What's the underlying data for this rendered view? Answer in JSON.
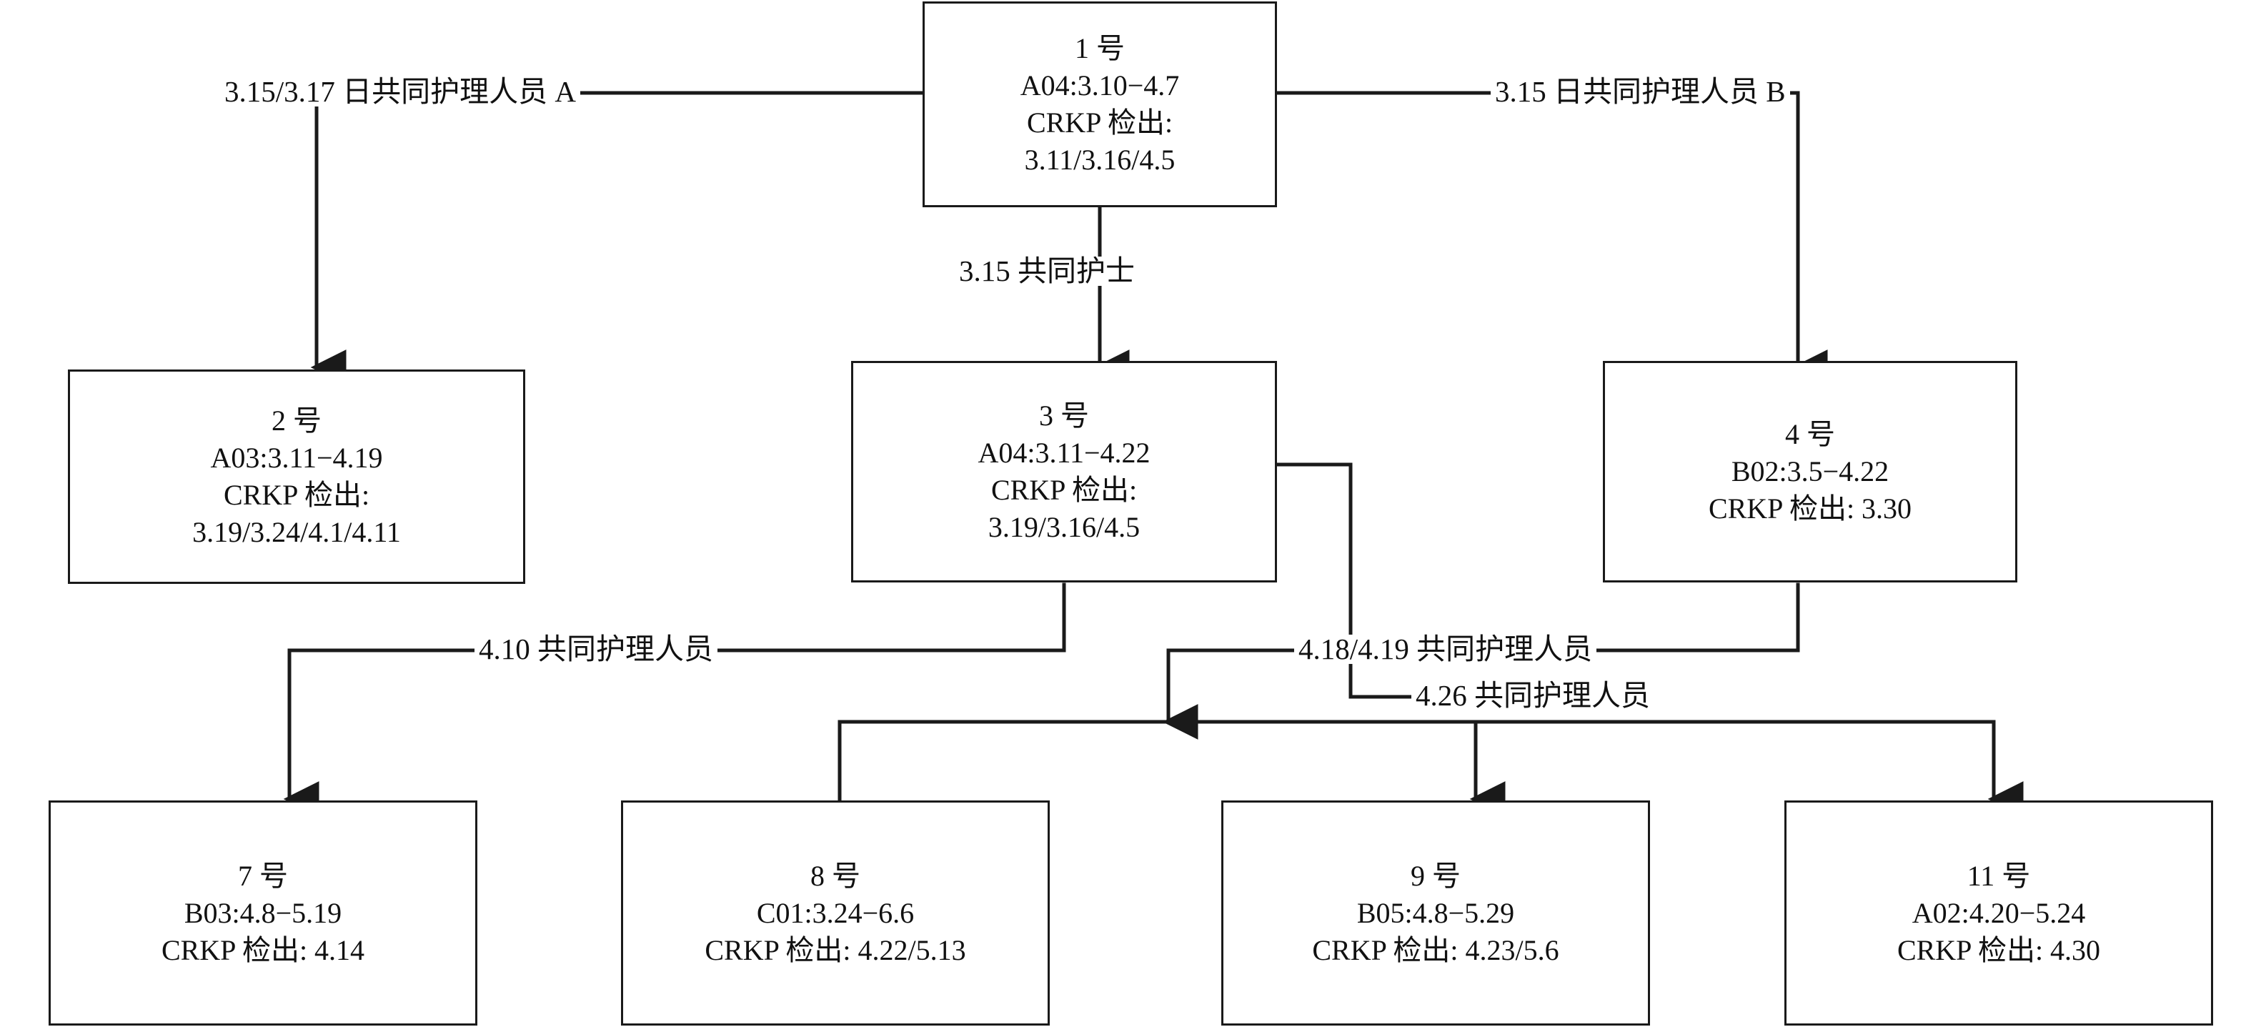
{
  "diagram": {
    "type": "transmission-chain-flowchart",
    "title_visible": false,
    "stroke_color": "#1a1a1a",
    "background_color": "#ffffff",
    "nodes": [
      {
        "id": "case1",
        "lines": [
          "1 号",
          "A04:3.10−4.7",
          "CRKP 检出:",
          "3.11/3.16/4.5"
        ]
      },
      {
        "id": "case2",
        "lines": [
          "2 号",
          "A03:3.11−4.19",
          "CRKP 检出:",
          "3.19/3.24/4.1/4.11"
        ]
      },
      {
        "id": "case3",
        "lines": [
          "3 号",
          "A04:3.11−4.22",
          "CRKP 检出:",
          "3.19/3.16/4.5"
        ]
      },
      {
        "id": "case4",
        "lines": [
          "4 号",
          "B02:3.5−4.22",
          "CRKP 检出: 3.30"
        ]
      },
      {
        "id": "case7",
        "lines": [
          "7 号",
          "B03:4.8−5.19",
          "CRKP 检出: 4.14"
        ]
      },
      {
        "id": "case8",
        "lines": [
          "8 号",
          "C01:3.24−6.6",
          "CRKP 检出: 4.22/5.13"
        ]
      },
      {
        "id": "case9",
        "lines": [
          "9 号",
          "B05:4.8−5.29",
          "CRKP 检出: 4.23/5.6"
        ]
      },
      {
        "id": "case11",
        "lines": [
          "11 号",
          "A02:4.20−5.24",
          "CRKP 检出: 4.30"
        ]
      }
    ],
    "edge_labels": [
      {
        "id": "e1-2",
        "text": "3.15/3.17 日共同护理人员 A"
      },
      {
        "id": "e1-4",
        "text": "3.15 日共同护理人员 B"
      },
      {
        "id": "e1-3",
        "text": "3.15 共同护士"
      },
      {
        "id": "e3-7",
        "text": "4.10 共同护理人员"
      },
      {
        "id": "e-418",
        "text": "4.18/4.19 共同护理人员"
      },
      {
        "id": "e-426",
        "text": "4.26 共同护理人员"
      }
    ]
  }
}
